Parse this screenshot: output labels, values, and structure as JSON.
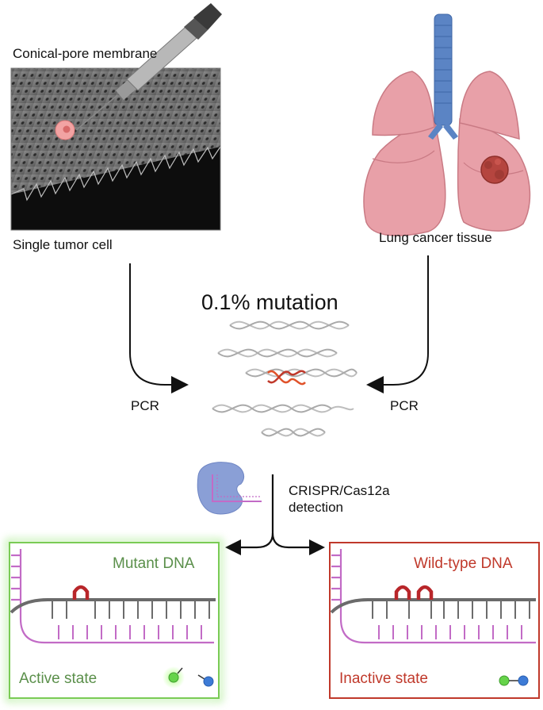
{
  "labels": {
    "membrane": "Conical-pore membrane",
    "single_cell": "Single tumor cell",
    "lung": "Lung cancer tissue",
    "mutation": "0.1% mutation",
    "pcr_left": "PCR",
    "pcr_right": "PCR",
    "crispr_line1": "CRISPR/Cas12a",
    "crispr_line2": "detection"
  },
  "panels": {
    "mutant": {
      "title": "Mutant DNA",
      "state": "Active state",
      "color": "#5a8f4a",
      "glow": "#7be05a"
    },
    "wildtype": {
      "title": "Wild-type DNA",
      "state": "Inactive state",
      "color": "#c0392b"
    }
  },
  "colors": {
    "lung": "#e8a0a8",
    "trachea": "#5b84c4",
    "tumor": "#b5453f",
    "dna": "#bdbdbd",
    "dna_mut": "#e0522a",
    "guide_rna": "#c26bc6",
    "cas12a": "#8a9fd6"
  }
}
